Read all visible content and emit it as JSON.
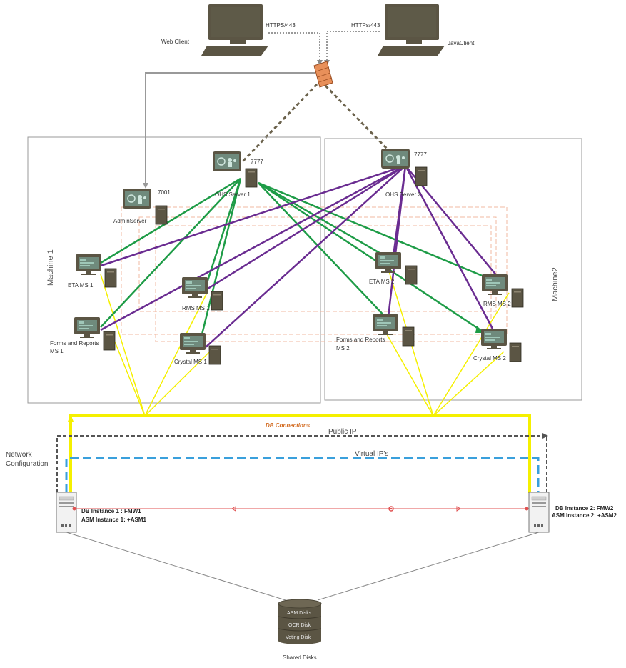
{
  "clients": {
    "web_client": "Web Client",
    "java_client": "JavaClient",
    "https_left": "HTTPS/443",
    "https_right": "HTTPs/443"
  },
  "machine1": {
    "title": "Machine 1",
    "ohs_label": "OHS Server 1",
    "ohs_port": "7777",
    "admin_label": "AdminServer",
    "admin_port": "7001",
    "eta_label": "ETA MS 1",
    "rms_label": "RMS MS 1",
    "forms_label_1": "Forms and Reports",
    "forms_label_2": "MS 1",
    "crystal_label": "Crystal MS 1"
  },
  "machine2": {
    "title": "Machine2",
    "ohs_label": "OHS Server 2",
    "ohs_port": "7777",
    "eta_label": "ETA MS 2",
    "rms_label": "RMS MS 2",
    "forms_label_1": "Forms and Reports",
    "forms_label_2": "MS 2",
    "crystal_label": "Crystal MS 2"
  },
  "network": {
    "label_1": "Network",
    "label_2": "Configuration",
    "db_connections": "DB Connections",
    "public_ip": "Public IP",
    "virtual_ips": "Virtual IP's"
  },
  "db": {
    "instance1_line1": "DB Instance 1 : FMW1",
    "instance1_line2": "ASM Instance 1: +ASM1",
    "instance2_line1": "DB Instance 2: FMW2",
    "instance2_line2": "ASM Instance 2: +ASM2"
  },
  "storage": {
    "disk1": "ASM Disks",
    "disk2": "OCR Disk",
    "disk3": "Voting Disk",
    "caption": "Shared Disks"
  },
  "colors": {
    "green": "#1e9c47",
    "purple": "#6a2c91",
    "yellow": "#f5f000",
    "blue_dash": "#3aa0dc",
    "red": "#e05050",
    "icon": "#5b5544",
    "firewall": "#e8905a"
  }
}
